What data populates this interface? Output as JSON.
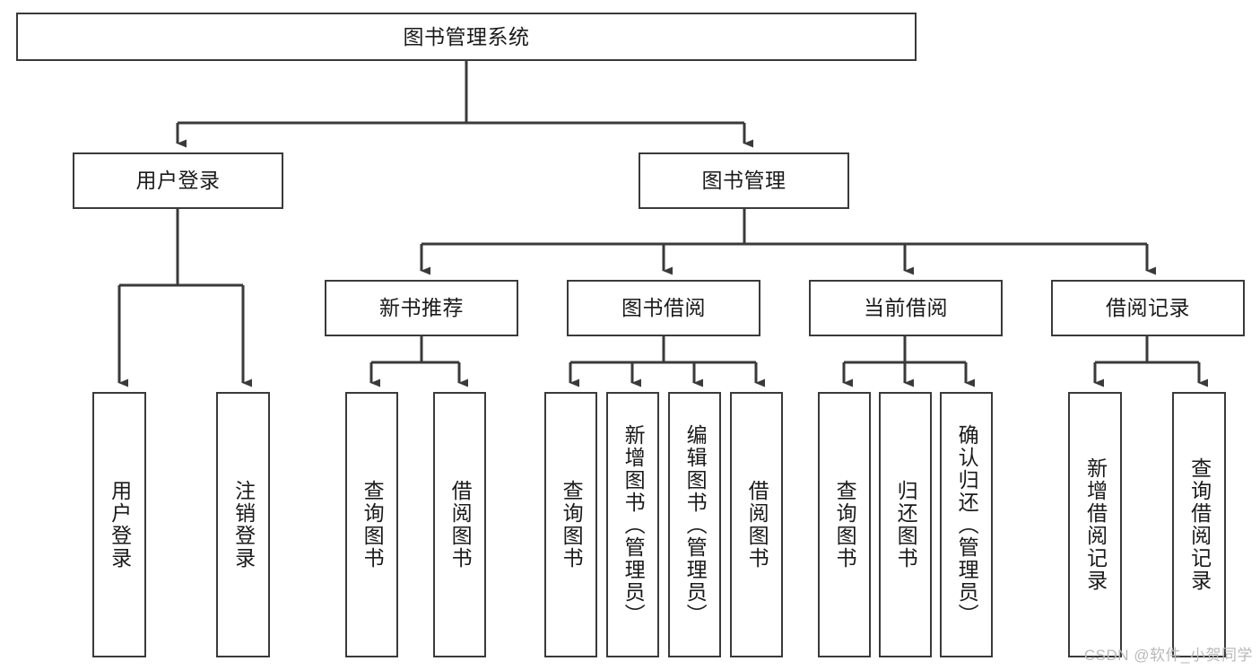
{
  "diagram": {
    "title": "图书管理系统",
    "type": "tree-hierarchy-diagram",
    "colors": {
      "stroke": "#3a3a3a",
      "fill": "#ffffff",
      "text": "#1a1a1a",
      "watermark": "#b9b9b9"
    },
    "levels": {
      "root": {
        "label": "图书管理系统"
      },
      "level2": [
        {
          "label": "用户登录"
        },
        {
          "label": "图书管理"
        }
      ],
      "level3": [
        {
          "label": "新书推荐"
        },
        {
          "label": "图书借阅"
        },
        {
          "label": "当前借阅"
        },
        {
          "label": "借阅记录"
        }
      ],
      "leaves": {
        "user_login": [
          {
            "label": "用户登录"
          },
          {
            "label": "注销登录"
          }
        ],
        "new_book_recommend": [
          {
            "label": "查询图书"
          },
          {
            "label": "借阅图书"
          }
        ],
        "book_borrow": [
          {
            "label": "查询图书"
          },
          {
            "label": "新增图书（管理员）"
          },
          {
            "label": "编辑图书（管理员）"
          },
          {
            "label": "借阅图书"
          }
        ],
        "current_borrow": [
          {
            "label": "查询图书"
          },
          {
            "label": "归还图书"
          },
          {
            "label": "确认归还（管理员）"
          }
        ],
        "borrow_records": [
          {
            "label": "新增借阅记录"
          },
          {
            "label": "查询借阅记录"
          }
        ]
      }
    }
  },
  "watermark": {
    "text": "CSDN @软件_小贺同学"
  }
}
